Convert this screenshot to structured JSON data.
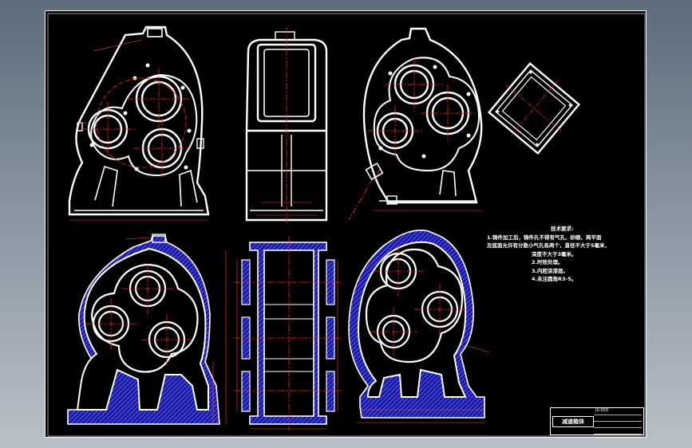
{
  "drawing": {
    "notes": {
      "title": "技术要求:",
      "lines": [
        "1.铸件加工后，铸件孔不得有气孔、砂眼、两平面",
        "及底面允许有分散小气孔各两个，直径不大于5毫米，",
        "深度不大于3毫米。",
        "2.时效处理。",
        "3.内腔涂漆层。",
        "4.未注圆角R3-5。"
      ]
    },
    "title_block": {
      "part_name": "减速箱体",
      "code": "JS-000"
    },
    "colors": {
      "line": "#ffffff",
      "center": "#ff2020",
      "hatch": "#2a2aff",
      "dim": "#ff4040"
    }
  }
}
